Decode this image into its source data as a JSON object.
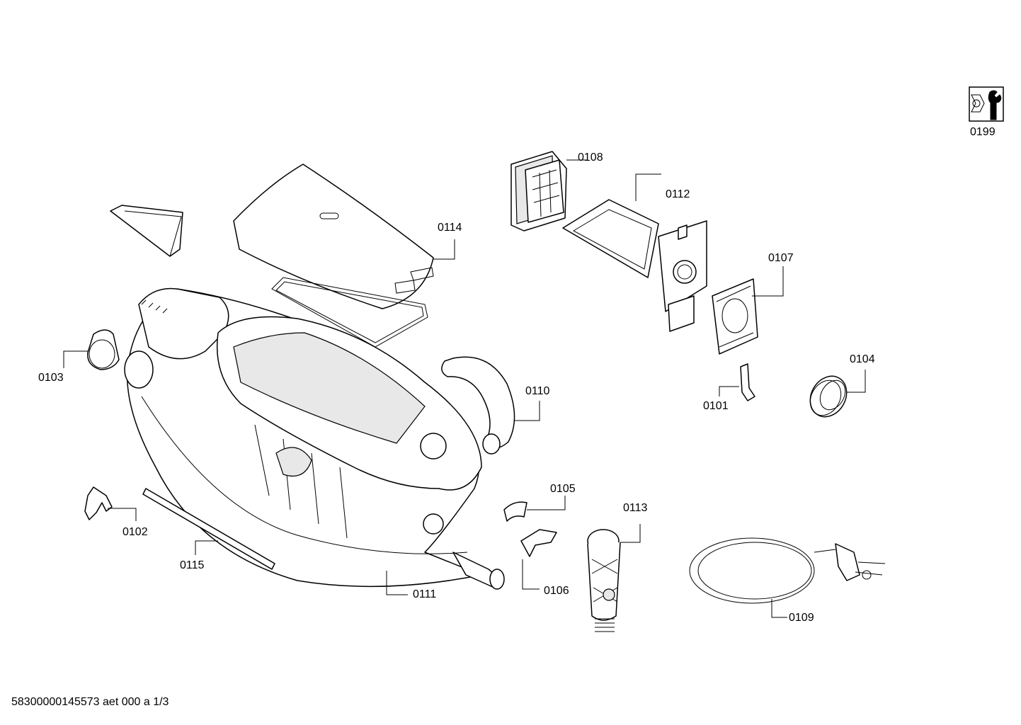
{
  "footer_text": "58300000145573 aet 000 a 1/3",
  "parts": [
    {
      "id": "p0199",
      "label": "0199"
    },
    {
      "id": "p0108",
      "label": "0108"
    },
    {
      "id": "p0112",
      "label": "0112"
    },
    {
      "id": "p0114",
      "label": "0114"
    },
    {
      "id": "p0107",
      "label": "0107"
    },
    {
      "id": "p0103",
      "label": "0103"
    },
    {
      "id": "p0110",
      "label": "0110"
    },
    {
      "id": "p0104",
      "label": "0104"
    },
    {
      "id": "p0101",
      "label": "0101"
    },
    {
      "id": "p0105",
      "label": "0105"
    },
    {
      "id": "p0113",
      "label": "0113"
    },
    {
      "id": "p0102",
      "label": "0102"
    },
    {
      "id": "p0115",
      "label": "0115"
    },
    {
      "id": "p0106",
      "label": "0106"
    },
    {
      "id": "p0111",
      "label": "0111"
    },
    {
      "id": "p0109",
      "label": "0109"
    }
  ]
}
